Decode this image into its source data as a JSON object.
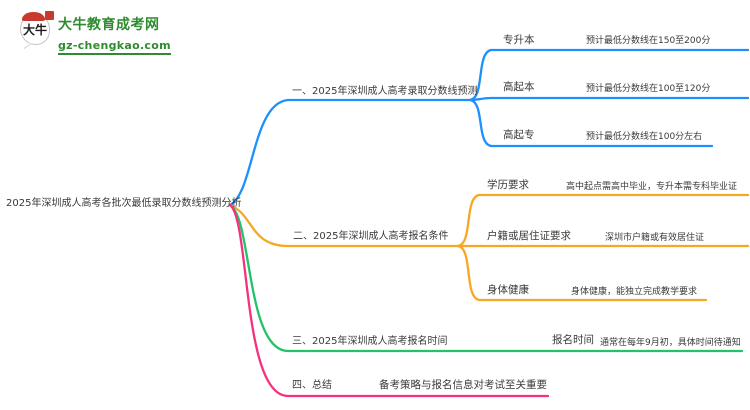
{
  "logo": {
    "site_name": "大牛教育成考网",
    "site_url": "gz-chengkao.com",
    "mark_text": "大牛",
    "brand_green": "#2e8b2e",
    "brand_red": "#c8392e"
  },
  "mindmap": {
    "root": "2025年深圳成人高考各批次最低录取分数线预测分析",
    "text_color": "#3a3a3a",
    "branches": [
      {
        "label": "一、2025年深圳成人高考录取分数线预测",
        "color": "#1e8fff",
        "children": [
          {
            "key": "专升本",
            "value": "预计最低分数线在150至200分"
          },
          {
            "key": "高起本",
            "value": "预计最低分数线在100至120分"
          },
          {
            "key": "高起专",
            "value": "预计最低分数线在100分左右"
          }
        ]
      },
      {
        "label": "二、2025年深圳成人高考报名条件",
        "color": "#f7a823",
        "children": [
          {
            "key": "学历要求",
            "value": "高中起点需高中毕业，专升本需专科毕业证"
          },
          {
            "key": "户籍或居住证要求",
            "value": "深圳市户籍或有效居住证"
          },
          {
            "key": "身体健康",
            "value": "身体健康，能独立完成教学要求"
          }
        ]
      },
      {
        "label": "三、2025年深圳成人高考报名时间",
        "color": "#22c368",
        "children": [
          {
            "key": "报名时间",
            "value": "通常在每年9月初，具体时间待通知"
          }
        ]
      },
      {
        "label": "四、总结",
        "color": "#f5317f",
        "children": [
          {
            "key": "备考策略与报名信息对考试至关重要",
            "value": ""
          }
        ]
      }
    ]
  }
}
